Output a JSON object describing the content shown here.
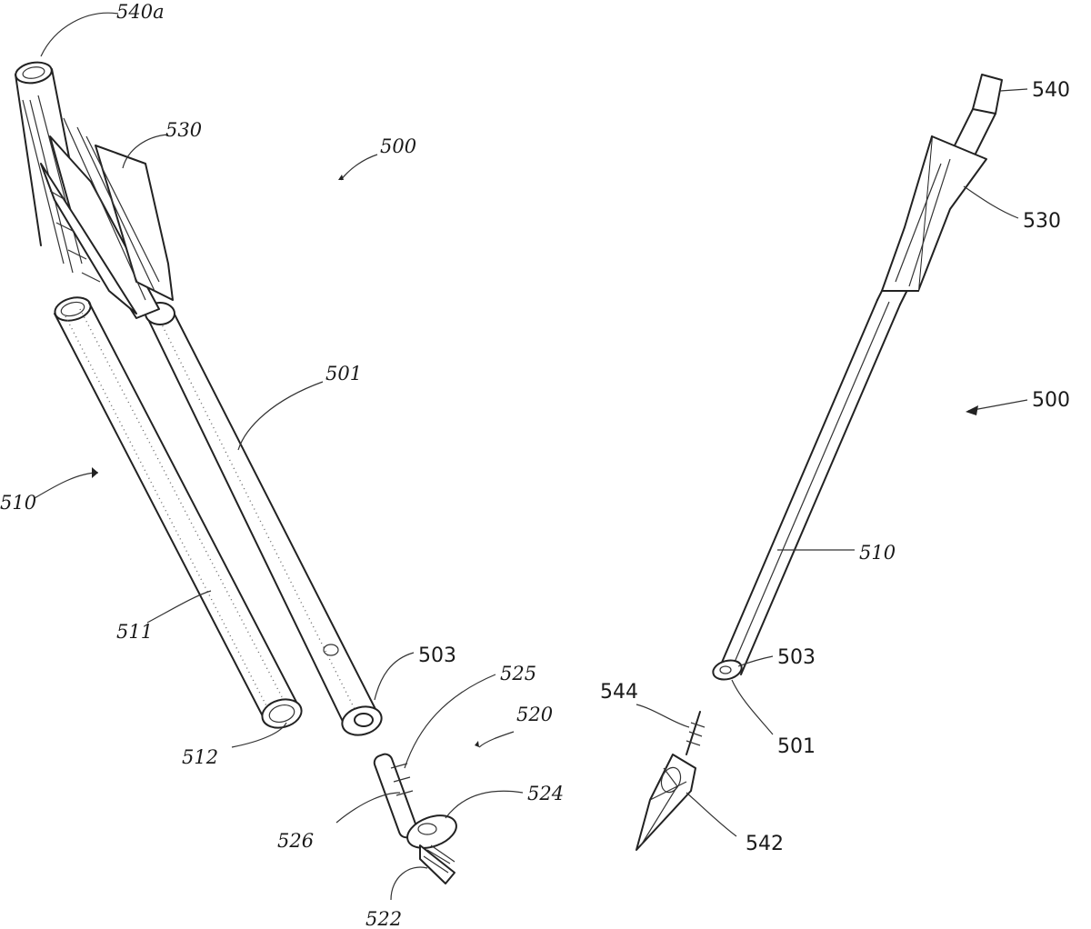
{
  "labels": {
    "l540a": "540a",
    "l530_left": "530",
    "l500_left": "500",
    "l501_left": "501",
    "l510_left": "510",
    "l511": "511",
    "l512": "512",
    "l503_left": "503",
    "l525": "525",
    "l520": "520",
    "l526": "526",
    "l524": "524",
    "l522": "522",
    "l544": "544",
    "l542": "542",
    "l540": "540",
    "l530_right": "530",
    "l500_right": "500",
    "l510_right": "510",
    "l503_right": "503",
    "l501_right": "501"
  }
}
